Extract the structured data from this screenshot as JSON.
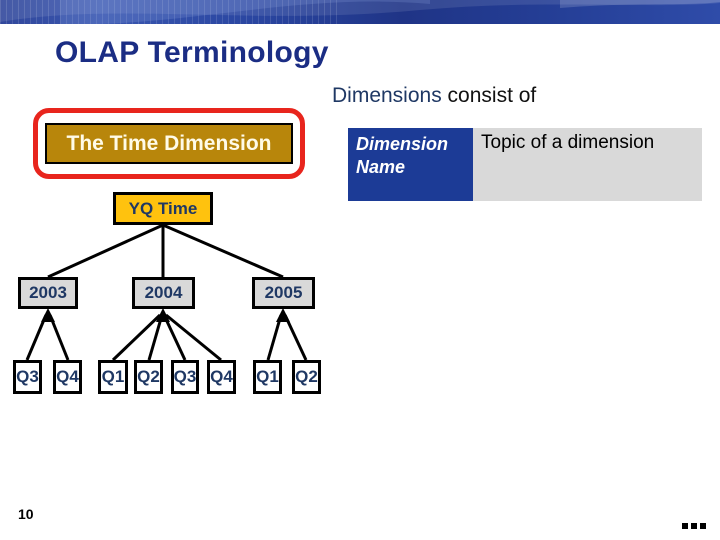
{
  "slide": {
    "title": "OLAP Terminology",
    "subtitle": {
      "highlight": "Dimensions",
      "rest": " consist of"
    }
  },
  "callout": {
    "label": "The Time Dimension"
  },
  "definition": {
    "term": "Dimension Name",
    "description": "Topic of a dimension"
  },
  "tree": {
    "root": "YQ Time",
    "years": [
      {
        "label": "2003",
        "quarters": [
          "Q3",
          "Q4"
        ]
      },
      {
        "label": "2004",
        "quarters": [
          "Q1",
          "Q2",
          "Q3",
          "Q4"
        ]
      },
      {
        "label": "2005",
        "quarters": [
          "Q1",
          "Q2"
        ]
      }
    ]
  },
  "footer": {
    "page_number": "10",
    "more_indicator": "..."
  },
  "colors": {
    "title_blue": "#1b2d84",
    "accent_red": "#e8251d",
    "gold_dark": "#b8860b",
    "gold_bright": "#ffc20e",
    "navy_text": "#1f3864",
    "term_blue": "#1c3b96",
    "box_gray": "#d9d9d9",
    "banner_blue": "#2b47a2"
  }
}
